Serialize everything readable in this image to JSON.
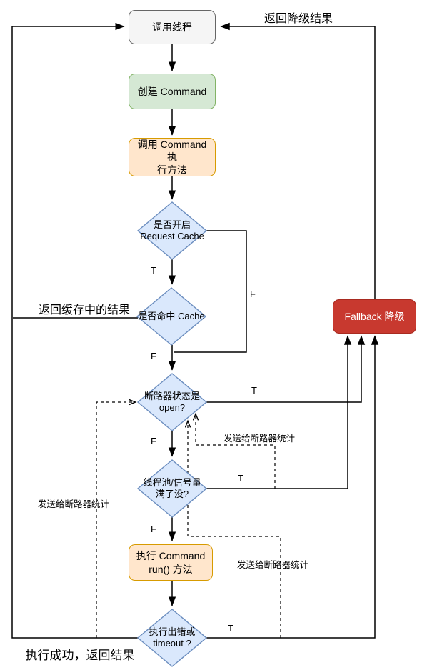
{
  "colors": {
    "line": "#000000",
    "gray_fill": "#f5f5f5",
    "gray_stroke": "#666666",
    "green_fill": "#d5e8d4",
    "green_stroke": "#82b366",
    "orange_fill": "#ffe6cc",
    "orange_stroke": "#d79b00",
    "blue_fill": "#dae8fc",
    "blue_stroke": "#6c8ebf",
    "red_fill": "#c8392f",
    "red_stroke": "#a82a20",
    "red_text": "#ffffff",
    "text": "#000000"
  },
  "nodes": {
    "caller": {
      "label": "调用线程"
    },
    "create_command": {
      "label": "创建 Command"
    },
    "invoke_execute": {
      "label": "调用 Command 执\n行方法"
    },
    "request_cache_enabled": {
      "label": "是否开启\nRequest Cache"
    },
    "cache_hit": {
      "label": "是否命中 Cache"
    },
    "circuit_open": {
      "label": "断路器状态是\nopen?"
    },
    "pool_full": {
      "label": "线程池/信号量\n满了没?"
    },
    "run_method": {
      "label": "执行 Command\nrun() 方法"
    },
    "error_timeout": {
      "label": "执行出错或\ntimeout ?"
    },
    "fallback": {
      "label": "Fallback 降级"
    }
  },
  "edge_labels": {
    "true": "T",
    "false": "F",
    "return_fallback_result": "返回降级结果",
    "return_cached_result": "返回缓存中的结果",
    "return_success_result": "执行成功，返回结果",
    "send_stats_success": "发送给断路器统计",
    "send_stats_rejected": "发送给断路器统计",
    "send_stats_error": "发送给断路器统计"
  }
}
